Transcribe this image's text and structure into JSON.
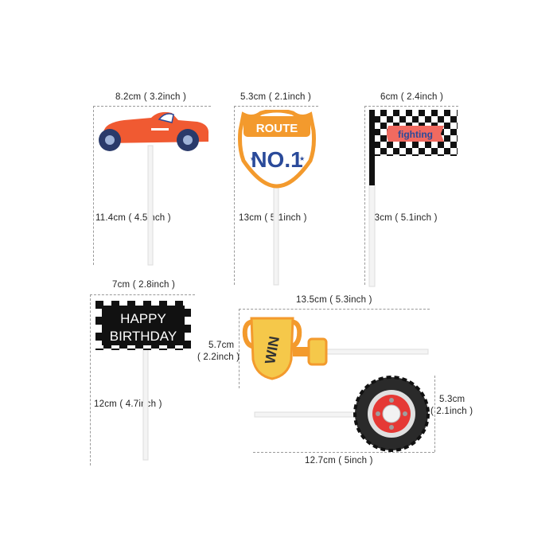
{
  "toppers": {
    "car": {
      "width_label": "8.2cm ( 3.2inch )",
      "height_label": "11.4cm ( 4.5inch )"
    },
    "route": {
      "width_label": "5.3cm ( 2.1inch )",
      "height_label": "13cm ( 5.1inch )",
      "sign_top_text": "ROUTE",
      "sign_main_text": "NO.1"
    },
    "flag": {
      "width_label": "6cm ( 2.4inch )",
      "height_label": "13cm ( 5.1inch )",
      "banner_text": "fighting"
    },
    "birthday": {
      "width_label": "7cm ( 2.8inch )",
      "height_label": "12cm ( 4.7inch )",
      "line1": "HAPPY",
      "line2": "BIRTHDAY"
    },
    "trophy": {
      "width_label": "13.5cm ( 5.3inch )",
      "height_label_line1": "5.7cm",
      "height_label_line2": "( 2.2inch )",
      "cup_text": "WIN"
    },
    "wheel": {
      "width_label": "12.7cm ( 5inch )",
      "height_label_line1": "5.3cm",
      "height_label_line2": "( 2.1inch )"
    }
  },
  "colors": {
    "car_body": "#f05a32",
    "route_orange": "#f39a2d",
    "route_blue": "#2a4a9a",
    "flag_banner": "#f06a60",
    "trophy_yellow": "#f5c84a",
    "wheel_red": "#e53935",
    "tire_dark": "#2a2a2a"
  }
}
